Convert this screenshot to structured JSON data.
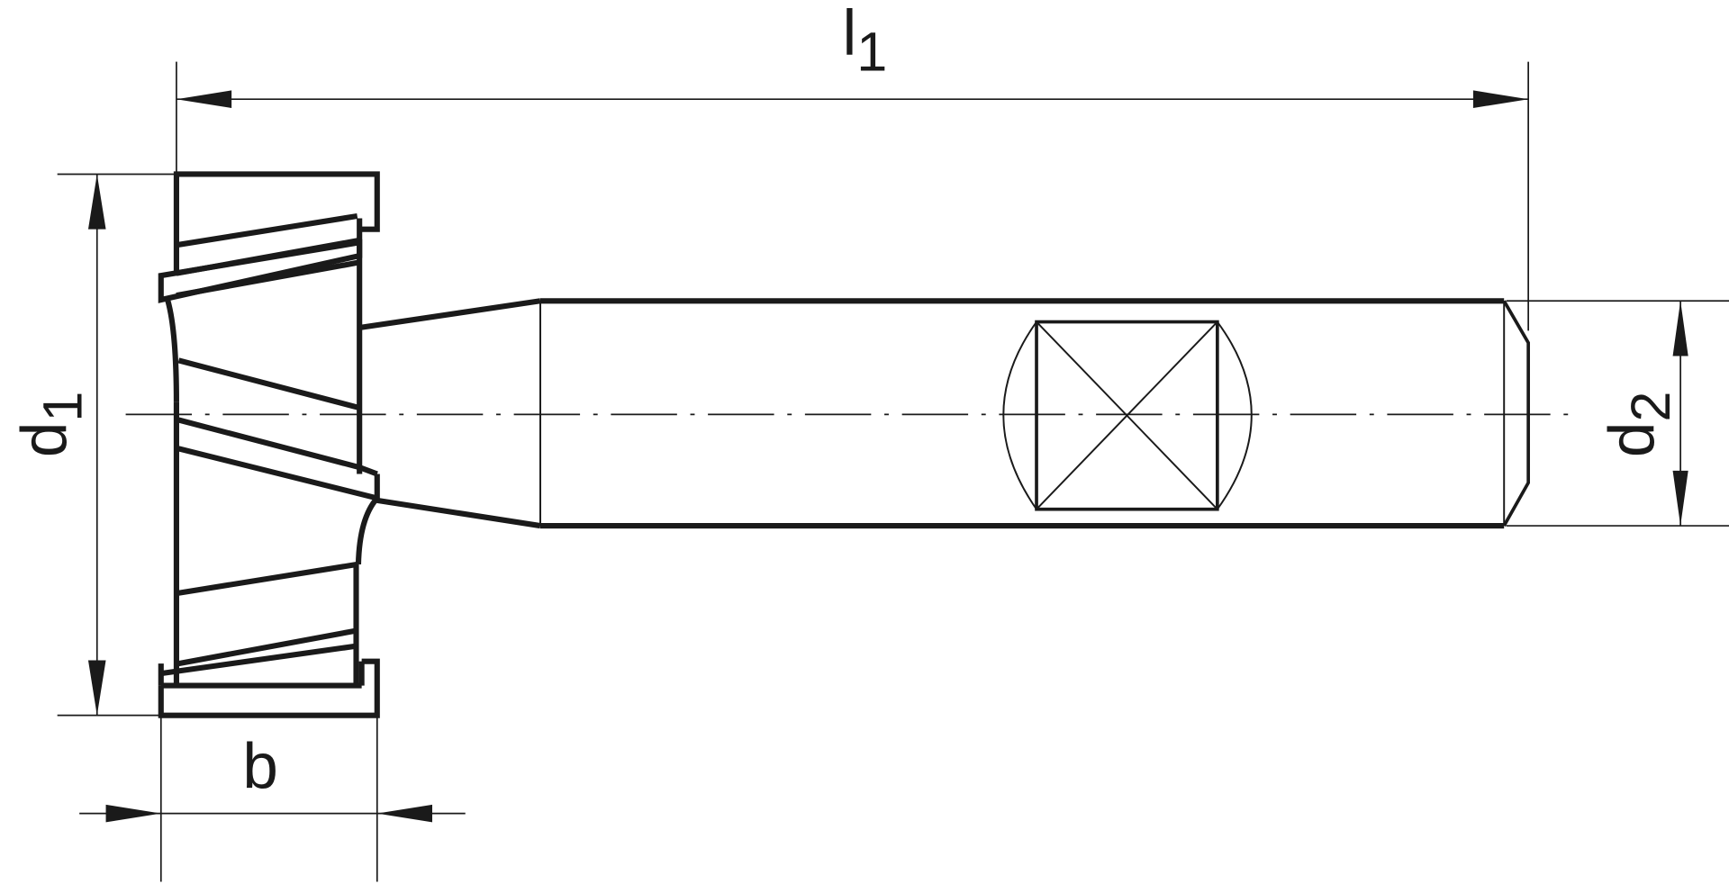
{
  "drawing": {
    "title": "T-slot cutter technical drawing",
    "line_color": "#1a1a1a",
    "background": "#ffffff",
    "dimensions": {
      "overall_length": {
        "symbol": "l",
        "subscript": "1"
      },
      "cutter_diameter": {
        "symbol": "d",
        "subscript": "1"
      },
      "shank_diameter": {
        "symbol": "d",
        "subscript": "2"
      },
      "cutter_width": {
        "symbol": "b"
      }
    },
    "features": [
      "cutter-head",
      "neck",
      "shank",
      "clamping-flat",
      "centerline",
      "chamfer"
    ]
  }
}
